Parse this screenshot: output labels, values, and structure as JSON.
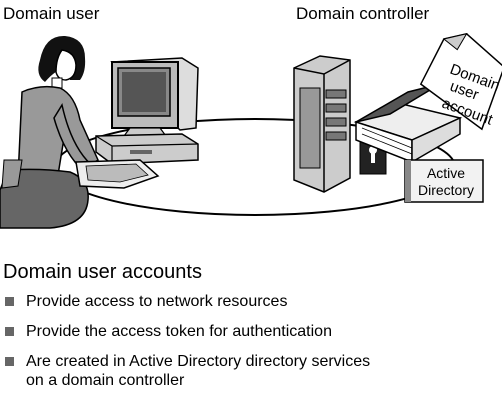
{
  "labels": {
    "domain_user": "Domain user",
    "domain_controller": "Domain controller",
    "paper_line1": "Domain",
    "paper_line2": "user",
    "paper_line3": "account",
    "ad_line1": "Active",
    "ad_line2": "Directory"
  },
  "title": "Domain user accounts",
  "bullets": [
    {
      "text": "Provide access to network resources"
    },
    {
      "text": "Provide the access token for authentication"
    },
    {
      "text": "Are created in Active Directory directory services",
      "text2": "on a domain controller"
    }
  ],
  "colors": {
    "bullet": "#666666",
    "ink": "#000000",
    "gray": "#808080"
  }
}
